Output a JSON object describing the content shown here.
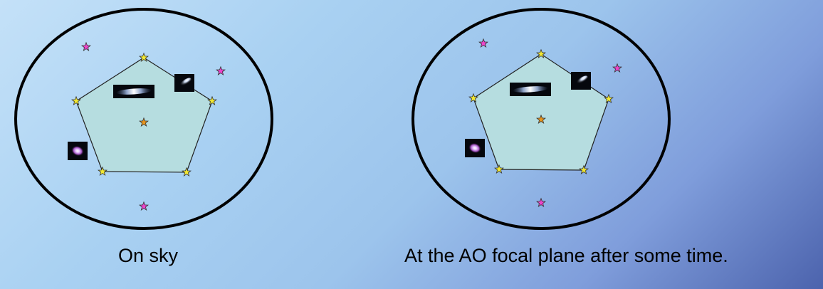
{
  "captions": {
    "left": "On sky",
    "right": "At the AO focal plane after some time."
  },
  "colors": {
    "background_light": "#c4e1f8",
    "background_dark": "#4c63ad",
    "pentagon_fill": "#b6dde0",
    "guide_star": "#f2e832",
    "center_star": "#e8941c",
    "field_star": "#ee44cc",
    "outline": "#000000"
  },
  "panels": [
    {
      "name": "on-sky",
      "guide_stars": 5,
      "center_star": 1,
      "field_stars": 3,
      "galaxy_thumbnails": [
        "edge-on-galaxy",
        "comet-like-galaxy",
        "spiral-galaxy"
      ]
    },
    {
      "name": "focal-plane",
      "guide_stars": 5,
      "center_star": 1,
      "field_stars": 3,
      "galaxy_thumbnails": [
        "edge-on-galaxy",
        "comet-like-galaxy",
        "spiral-galaxy"
      ]
    }
  ]
}
